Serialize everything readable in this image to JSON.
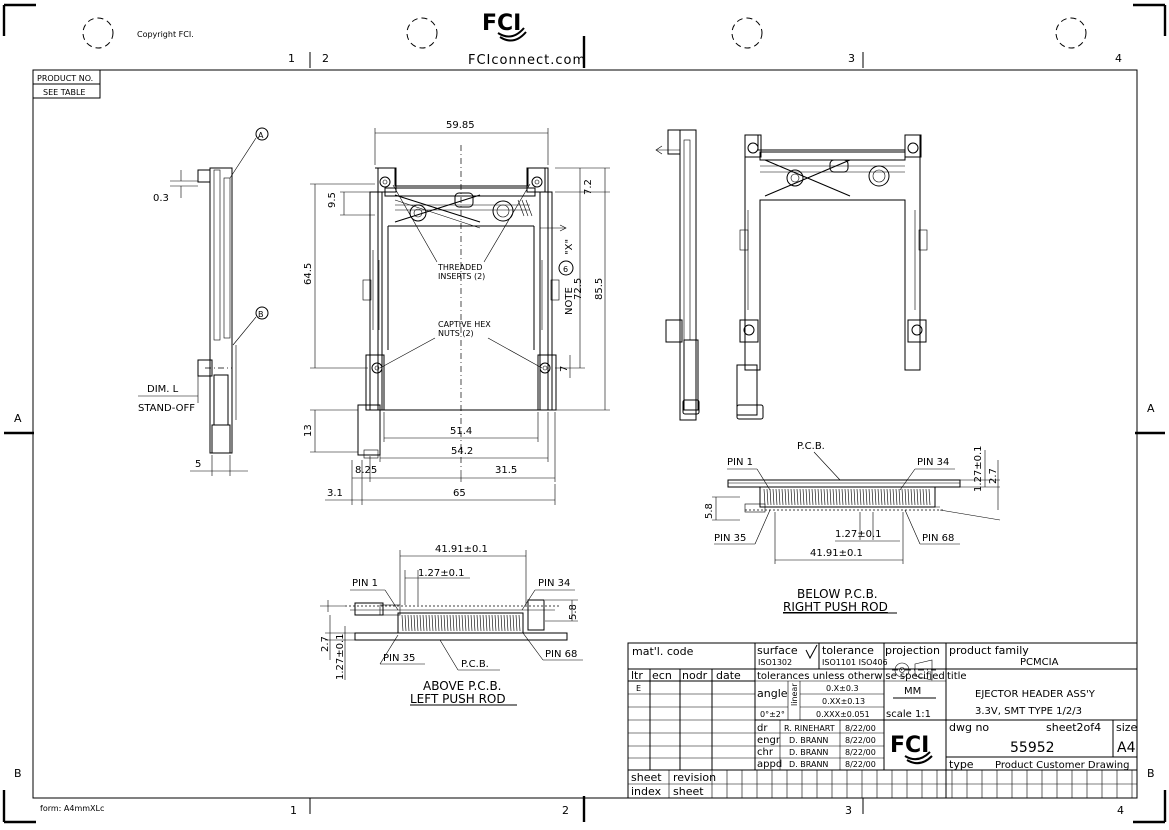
{
  "header": {
    "copyright": "Copyright FCI.",
    "logo_text": "FCI",
    "website": "FCIconnect.com",
    "product_no_label": "PRODUCT NO.",
    "product_no_value": "SEE TABLE",
    "zone_cols": [
      "1",
      "2",
      "3",
      "4"
    ],
    "zone_rows": [
      "A",
      "B"
    ],
    "form": "form: A4mmXLc"
  },
  "views": {
    "side": {
      "marker_a": "A",
      "marker_b": "B",
      "dim_03": "0.3",
      "dim_l": "DIM. L",
      "standoff": "STAND-OFF",
      "dim_5": "5"
    },
    "top": {
      "dim_5985": "59.85",
      "dim_95": "9.5",
      "dim_645": "64.5",
      "dim_13": "13",
      "dim_514": "51.4",
      "dim_542": "54.2",
      "dim_825": "8.25",
      "dim_315": "31.5",
      "dim_31": "3.1",
      "dim_65": "65",
      "dim_72": "7.2",
      "dim_725": "72.5",
      "dim_855": "85.5",
      "dim_7": "7",
      "note": "NOTE",
      "note_num": "6",
      "note_x": "\"X\"",
      "threaded_1": "THREADED",
      "threaded_2": "INSERTS (2)",
      "captive_1": "CAPTIVE HEX",
      "captive_2": "NUTS (2)"
    },
    "above": {
      "dim_4191": "41.91±0.1",
      "dim_127": "1.27±0.1",
      "pin1": "PIN 1",
      "pin34": "PIN 34",
      "pin35": "PIN 35",
      "pin68": "PIN 68",
      "dim_58": "5.8",
      "dim_27": "2.7",
      "dim_127v": "1.27±0.1",
      "pcb": "P.C.B.",
      "caption_1": "ABOVE P.C.B.",
      "caption_2": "LEFT PUSH ROD"
    },
    "below": {
      "pcb": "P.C.B.",
      "pin1": "PIN 1",
      "pin34": "PIN 34",
      "pin35": "PIN 35",
      "pin68": "PIN 68",
      "dim_58": "5.8",
      "dim_127": "1.27±0.1",
      "dim_4191": "41.91±0.1",
      "dim_127v": "1.27±0.1",
      "dim_27": "2.7",
      "caption_1": "BELOW P.C.B.",
      "caption_2": "RIGHT PUSH ROD"
    }
  },
  "title_block": {
    "matl_code": "mat'l. code",
    "surface": "surface",
    "surface_val": "ISO1302",
    "tolerance": "tolerance",
    "tolerance_val": "ISO1101  ISO406",
    "projection": "projection",
    "product_family": "product family",
    "family_value": "PCMCIA",
    "revision_headers": [
      "ltr",
      "ecn",
      "nodr",
      "date"
    ],
    "rev_ltr": "E",
    "tolerances_note": "tolerances unless otherwise specified",
    "title_label": "title",
    "angle": "angle",
    "linear": "linear",
    "angle_tol": "0°±2°",
    "tol_1": "0.X±0.3",
    "tol_2": "0.XX±0.13",
    "tol_3": "0.XXX±0.051",
    "units": "MM",
    "scale": "scale 1:1",
    "title_line1": "EJECTOR HEADER ASS'Y",
    "title_line2": "3.3V, SMT TYPE 1/2/3",
    "sign_rows": [
      {
        "role": "dr",
        "name": "R. RINEHART",
        "date": "8/22/00"
      },
      {
        "role": "engr",
        "name": "D. BRANN",
        "date": "8/22/00"
      },
      {
        "role": "chr",
        "name": "D. BRANN",
        "date": "8/22/00"
      },
      {
        "role": "appd",
        "name": "D. BRANN",
        "date": "8/22/00"
      }
    ],
    "dwg_no_label": "dwg no",
    "sheet_of": "sheet2of4",
    "size_label": "size",
    "dwg_no": "55952",
    "size": "A4",
    "type_label": "type",
    "type_value": "Product Customer Drawing",
    "sheet_index_1": "sheet",
    "sheet_index_2": "index",
    "revision_sheet_1": "revision",
    "revision_sheet_2": "sheet"
  }
}
